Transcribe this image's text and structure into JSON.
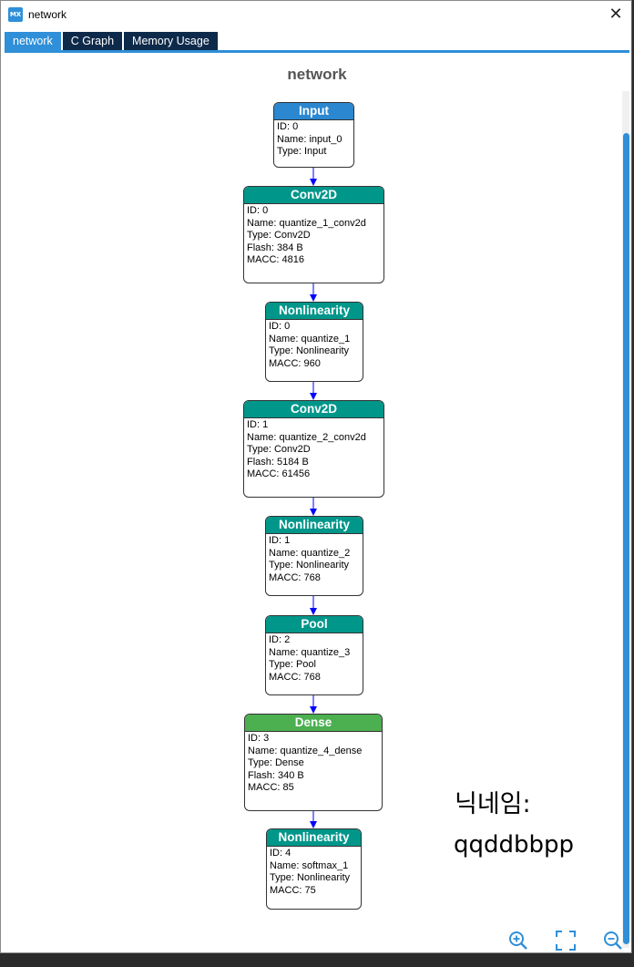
{
  "window": {
    "app_icon_text": "MX",
    "title": "network",
    "close_glyph": "✕"
  },
  "tabs": [
    {
      "label": "network",
      "active": true
    },
    {
      "label": "C Graph",
      "active": false
    },
    {
      "label": "Memory Usage",
      "active": false
    }
  ],
  "graph": {
    "title": "network",
    "nodes": [
      {
        "header": "Input",
        "color": "#2a87d0",
        "lines": [
          "ID: 0",
          "Name: input_0",
          "Type: Input"
        ]
      },
      {
        "header": "Conv2D",
        "color": "#00968a",
        "lines": [
          "ID: 0",
          "Name: quantize_1_conv2d",
          "Type: Conv2D",
          "Flash: 384 B",
          "MACC: 4816"
        ]
      },
      {
        "header": "Nonlinearity",
        "color": "#00968a",
        "lines": [
          "ID: 0",
          "Name: quantize_1",
          "Type: Nonlinearity",
          "MACC: 960"
        ]
      },
      {
        "header": "Conv2D",
        "color": "#00968a",
        "lines": [
          "ID: 1",
          "Name: quantize_2_conv2d",
          "Type: Conv2D",
          "Flash: 5184 B",
          "MACC: 61456"
        ]
      },
      {
        "header": "Nonlinearity",
        "color": "#00968a",
        "lines": [
          "ID: 1",
          "Name: quantize_2",
          "Type: Nonlinearity",
          "MACC: 768"
        ]
      },
      {
        "header": "Pool",
        "color": "#00968a",
        "lines": [
          "ID: 2",
          "Name: quantize_3",
          "Type: Pool",
          "MACC: 768"
        ]
      },
      {
        "header": "Dense",
        "color": "#4caf50",
        "lines": [
          "ID: 3",
          "Name: quantize_4_dense",
          "Type: Dense",
          "Flash: 340 B",
          "MACC: 85"
        ]
      },
      {
        "header": "Nonlinearity",
        "color": "#00968a",
        "lines": [
          "ID: 4",
          "Name: softmax_1",
          "Type: Nonlinearity",
          "MACC: 75"
        ]
      }
    ],
    "edge_color": "#0000ff"
  },
  "overlay": {
    "nickname_label": "닉네임:",
    "nickname_value": "qqddbbpp"
  },
  "toolbar": {
    "icons": [
      "zoom-in-icon",
      "fit-screen-icon",
      "zoom-out-icon"
    ],
    "icon_color": "#2f8fd8"
  }
}
